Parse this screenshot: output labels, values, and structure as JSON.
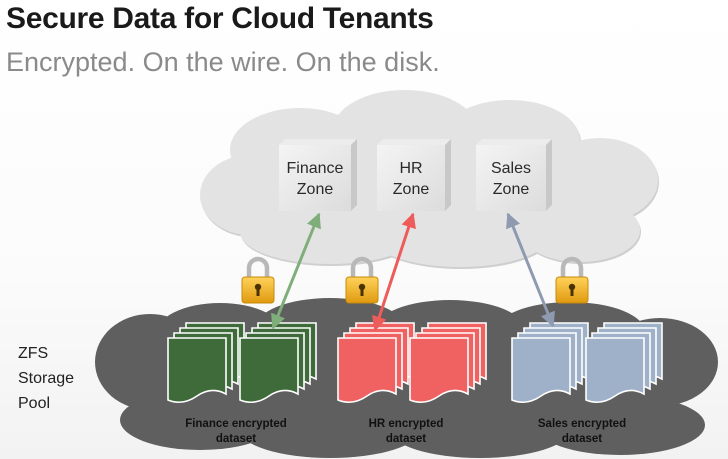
{
  "slide": {
    "title": "Secure Data for Cloud Tenants",
    "subtitle": "Encrypted. On the wire. On the disk."
  },
  "zones": [
    {
      "line1": "Finance",
      "line2": "Zone"
    },
    {
      "line1": "HR",
      "line2": "Zone"
    },
    {
      "line1": "Sales",
      "line2": "Zone"
    }
  ],
  "pool": {
    "line1": "ZFS",
    "line2": "Storage",
    "line3": "Pool"
  },
  "datasets": [
    {
      "line1": "Finance encrypted",
      "line2": "dataset",
      "color": "#3f6b3a"
    },
    {
      "line1": "HR encrypted",
      "line2": "dataset",
      "color": "#f06262"
    },
    {
      "line1": "Sales encrypted",
      "line2": "dataset",
      "color": "#9fb0c9"
    }
  ],
  "links": [
    {
      "color": "#7fae7b"
    },
    {
      "color": "#ee5b5b"
    },
    {
      "color": "#8d9ab0"
    }
  ],
  "icons": {
    "lock": "padlock-icon",
    "document": "document-stack-icon"
  },
  "colors": {
    "cloud": "#e2e2e2",
    "cloud_edge": "#cfcfcf",
    "pool_cloud": "#5e5e5e",
    "lock_body": "#f2b21c"
  }
}
